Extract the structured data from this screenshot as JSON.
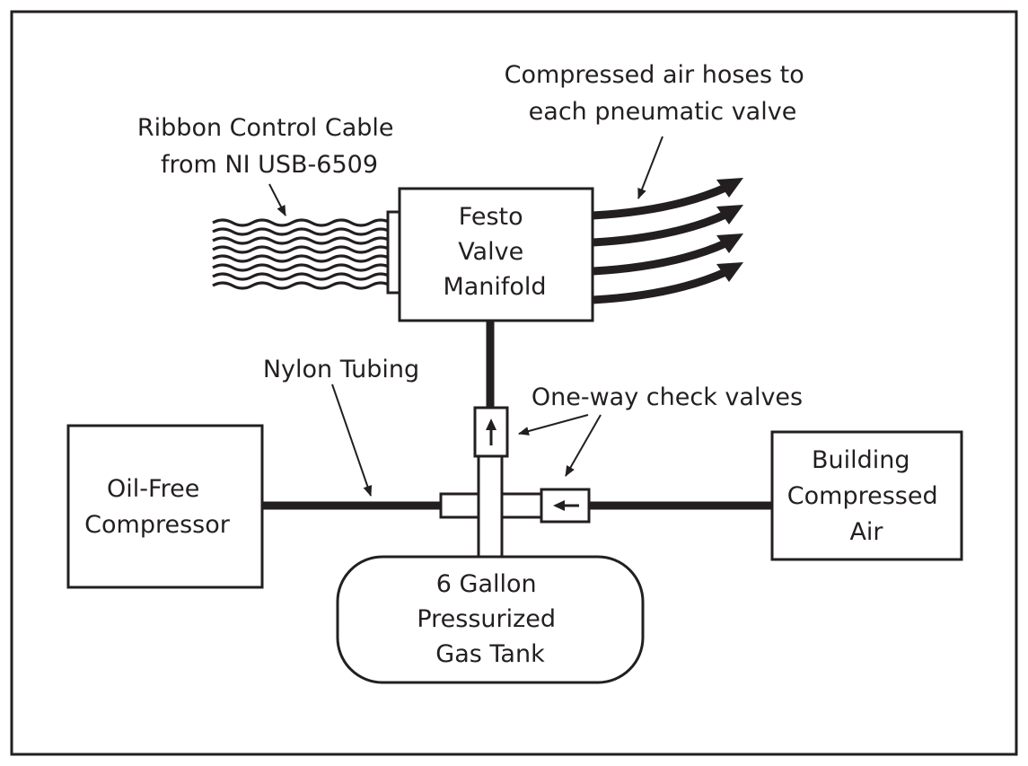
{
  "labels": {
    "ribbon_cable": [
      "Ribbon Control Cable",
      "from NI USB-6509"
    ],
    "air_hoses": [
      "Compressed air hoses to",
      "each pneumatic valve"
    ],
    "manifold": [
      "Festo",
      "Valve",
      "Manifold"
    ],
    "nylon_tubing": [
      "Nylon Tubing"
    ],
    "check_valves": [
      "One-way check valves"
    ],
    "compressor": [
      "Oil-Free",
      "Compressor"
    ],
    "building_air": [
      "Building",
      "Compressed",
      "Air"
    ],
    "gas_tank": [
      "6 Gallon",
      "Pressurized",
      "Gas Tank"
    ]
  },
  "colors": {
    "ink": "#231f20",
    "background": "#ffffff"
  },
  "icons": {
    "check_valve_up": "arrow-up-icon",
    "check_valve_left": "arrow-left-icon"
  }
}
